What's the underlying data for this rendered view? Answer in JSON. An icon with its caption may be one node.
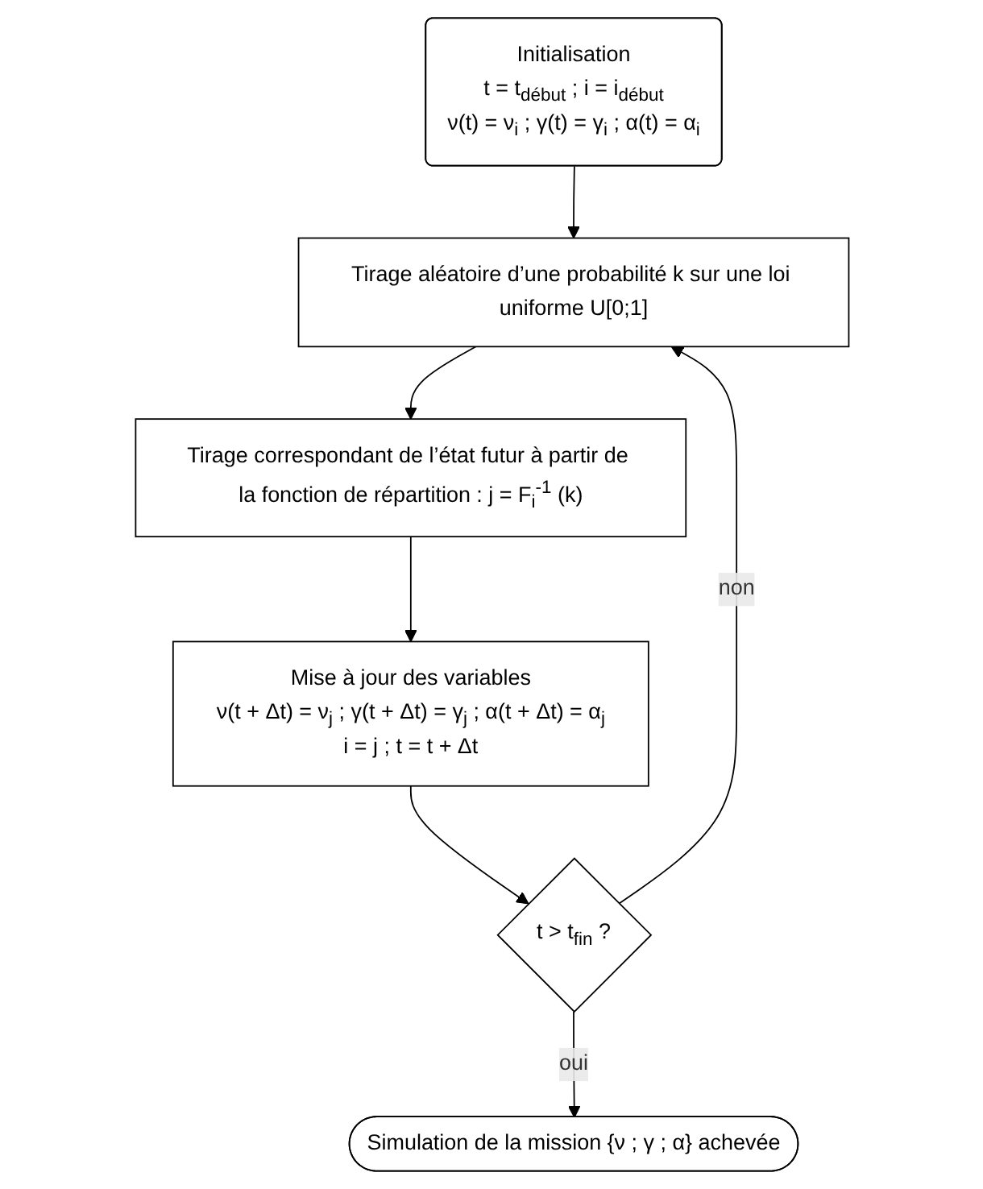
{
  "diagram": {
    "nodes": [
      {
        "text": [
          "Initialisation",
          "t = t$_{début}$ ; i = i$_{début}$",
          "ν(t) = ν$_{i}$ ; γ(t) = γ$_{i}$ ; α(t) = α$_{i}$"
        ]
      },
      {
        "text": [
          "Tirage aléatoire d’une probabilité k sur une loi uniforme U[0;1]"
        ]
      },
      {
        "text": [
          "Tirage correspondant de l’état futur à partir de la fonction de répartition : j = F$_{i}$$^{-1}$ (k)"
        ]
      },
      {
        "text": [
          "Mise à jour des variables",
          "ν(t + Δt) = ν$_{j}$ ; γ(t + Δt) = γ$_{j}$ ; α(t + Δt) = α$_{j}$",
          "i = j ; t = t + Δt"
        ]
      },
      {
        "text": [
          "t > t$_{fin}$ ?"
        ]
      },
      {
        "text": [
          "Simulation de la mission {ν ; γ ; α} achevée"
        ]
      }
    ],
    "edges": [
      {
        "from": 0,
        "to": 1,
        "arrow": "to"
      },
      {
        "from": 1,
        "to": 2,
        "arrow": "to"
      },
      {
        "from": 2,
        "to": 3,
        "arrow": "to"
      },
      {
        "from": 3,
        "to": 4,
        "arrow": "to"
      },
      {
        "from": 4,
        "to": 5,
        "label": "oui",
        "arrow": "to"
      },
      {
        "from": 4,
        "to": 1,
        "label": "non",
        "arrow": "to"
      }
    ]
  }
}
